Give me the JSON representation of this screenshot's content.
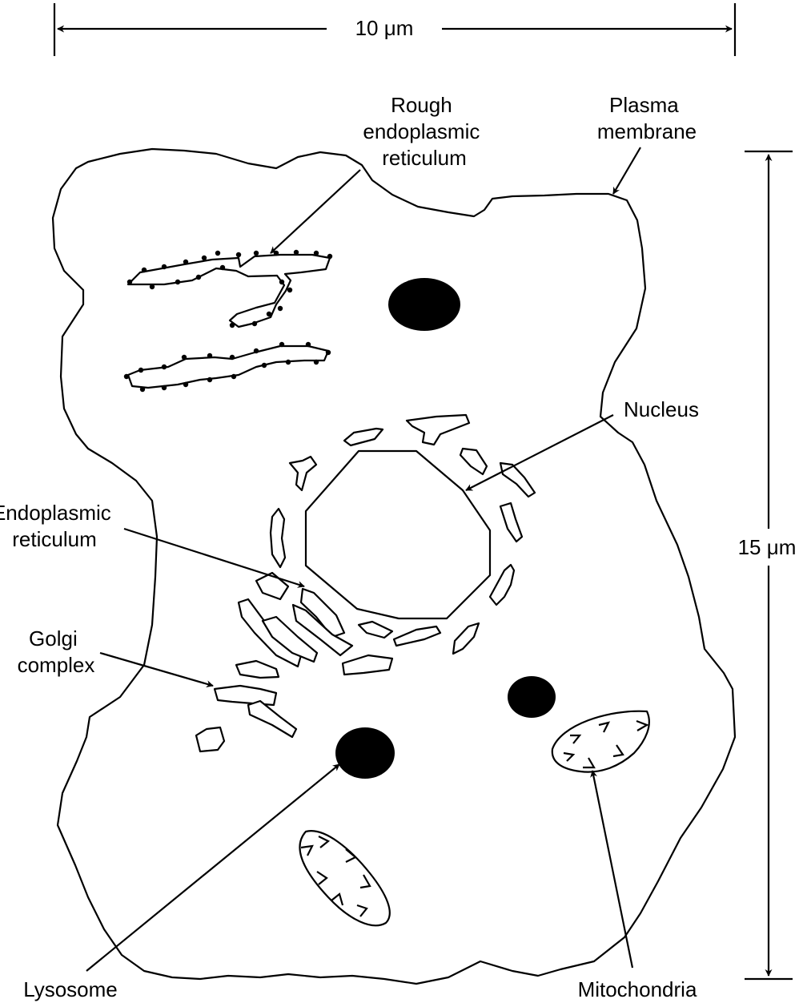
{
  "scale": {
    "width_label": "10 μm",
    "height_label": "15 μm"
  },
  "labels": {
    "rough_er": [
      "Rough",
      "endoplasmic",
      "reticulum"
    ],
    "plasma_membrane": [
      "Plasma",
      "membrane"
    ],
    "nucleus": "Nucleus",
    "er": [
      "Endoplasmic",
      "reticulum"
    ],
    "golgi": [
      "Golgi",
      "complex"
    ],
    "lysosome": "Lysosome",
    "mitochondria": "Mitochondria"
  },
  "colors": {
    "ink": "#000000",
    "background": "#ffffff"
  }
}
